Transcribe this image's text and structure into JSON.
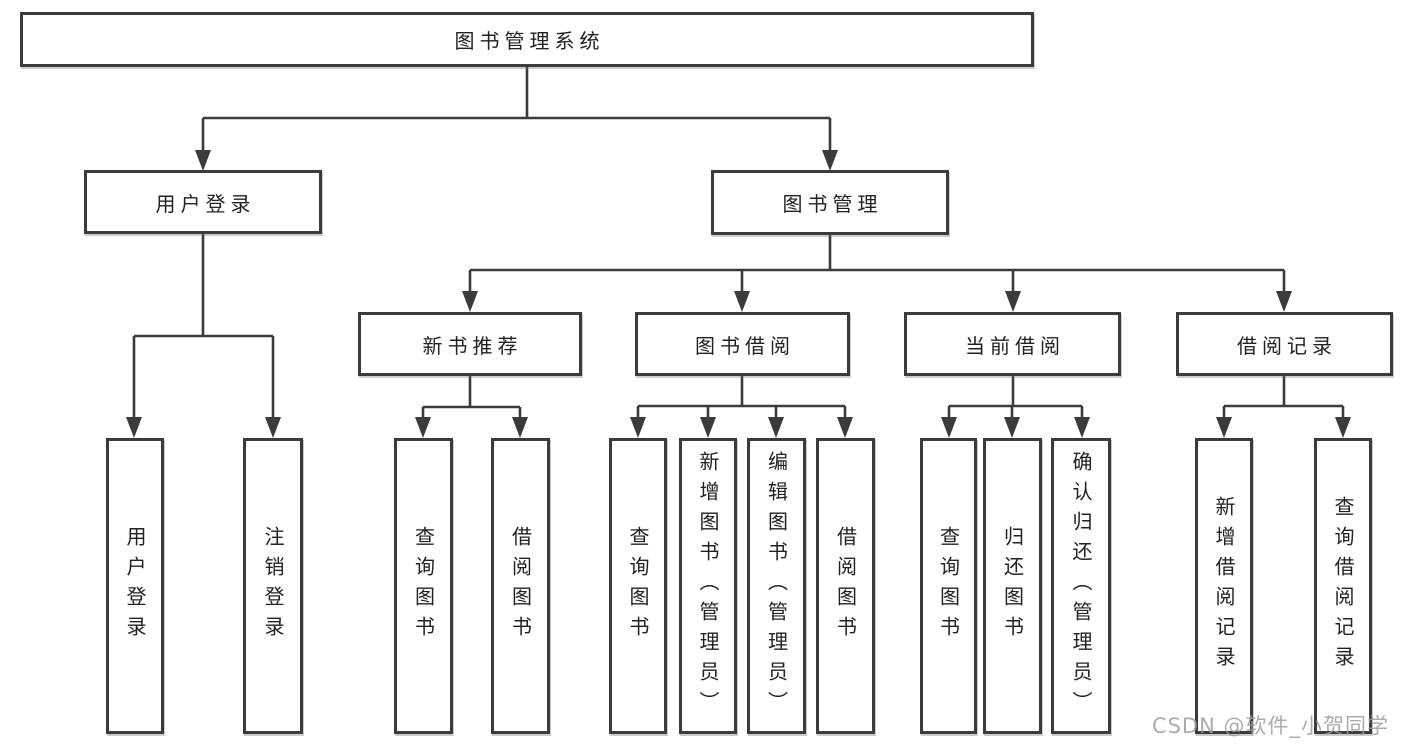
{
  "diagram": {
    "root": {
      "label": "图书管理系统"
    },
    "branches": [
      {
        "label": "用户登录",
        "children": [
          {
            "label": "用户登录"
          },
          {
            "label": "注销登录"
          }
        ]
      },
      {
        "label": "图书管理",
        "groups": [
          {
            "label": "新书推荐",
            "children": [
              {
                "label": "查询图书"
              },
              {
                "label": "借阅图书"
              }
            ]
          },
          {
            "label": "图书借阅",
            "children": [
              {
                "label": "查询图书"
              },
              {
                "label": "新增图书（管理员）"
              },
              {
                "label": "编辑图书（管理员）"
              },
              {
                "label": "借阅图书"
              }
            ]
          },
          {
            "label": "当前借阅",
            "children": [
              {
                "label": "查询图书"
              },
              {
                "label": "归还图书"
              },
              {
                "label": "确认归还（管理员）"
              }
            ]
          },
          {
            "label": "借阅记录",
            "children": [
              {
                "label": "新增借阅记录"
              },
              {
                "label": "查询借阅记录"
              }
            ]
          }
        ]
      }
    ]
  },
  "watermark": {
    "text": "CSDN @软件_小贺同学"
  },
  "colors": {
    "line": "#3b3b3b",
    "box_border": "#3b3b3b",
    "text": "#222222",
    "background": "#ffffff",
    "watermark": "#9e9e9e"
  }
}
